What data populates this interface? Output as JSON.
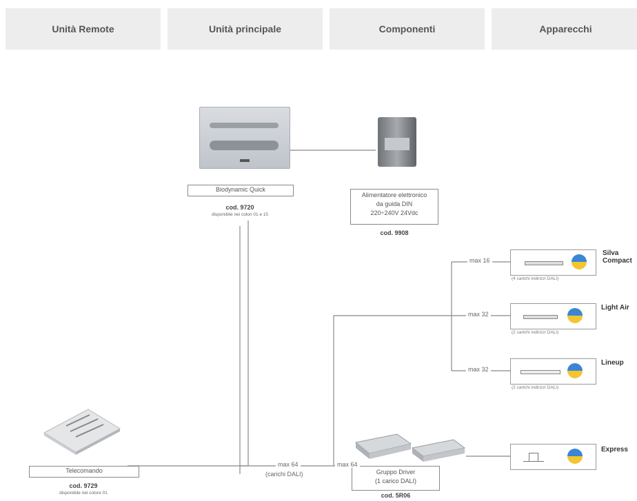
{
  "header": {
    "col1": "Unità Remote",
    "col2": "Unità principale",
    "col3": "Componenti",
    "col4": "Apparecchi"
  },
  "main_unit": {
    "name": "Biodynamic Quick",
    "code": "cod. 9720",
    "note": "disponibile nei colori 01 e 15"
  },
  "power_supply": {
    "line1": "Alimentatore elettronico",
    "line2": "da guida DIN",
    "line3": "220÷240V 24Vdc",
    "code": "cod. 9908"
  },
  "remote": {
    "name": "Telecomando",
    "code": "cod. 9729",
    "note": "disponibile nel colore 01"
  },
  "driver": {
    "line1": "Gruppo Driver",
    "line2": "(1 carico DALI)",
    "code": "cod. 5R06"
  },
  "links": {
    "main_max": "max 64",
    "main_sub": "(carichi DALI)",
    "driver_max": "max 64",
    "silva_max": "max 16",
    "lightair_max": "max 32",
    "lineup_max": "max 32"
  },
  "fixtures": {
    "silva_name1": "Silva",
    "silva_name2": "Compact",
    "silva_note": "(4 carichi indirizzi DALI)",
    "lightair_name": "Light Air",
    "lightair_note": "(2 carichi indirizzi DALI)",
    "lineup_name": "Lineup",
    "lineup_note": "(2 carichi indirizzi DALI)",
    "express_name": "Express"
  }
}
